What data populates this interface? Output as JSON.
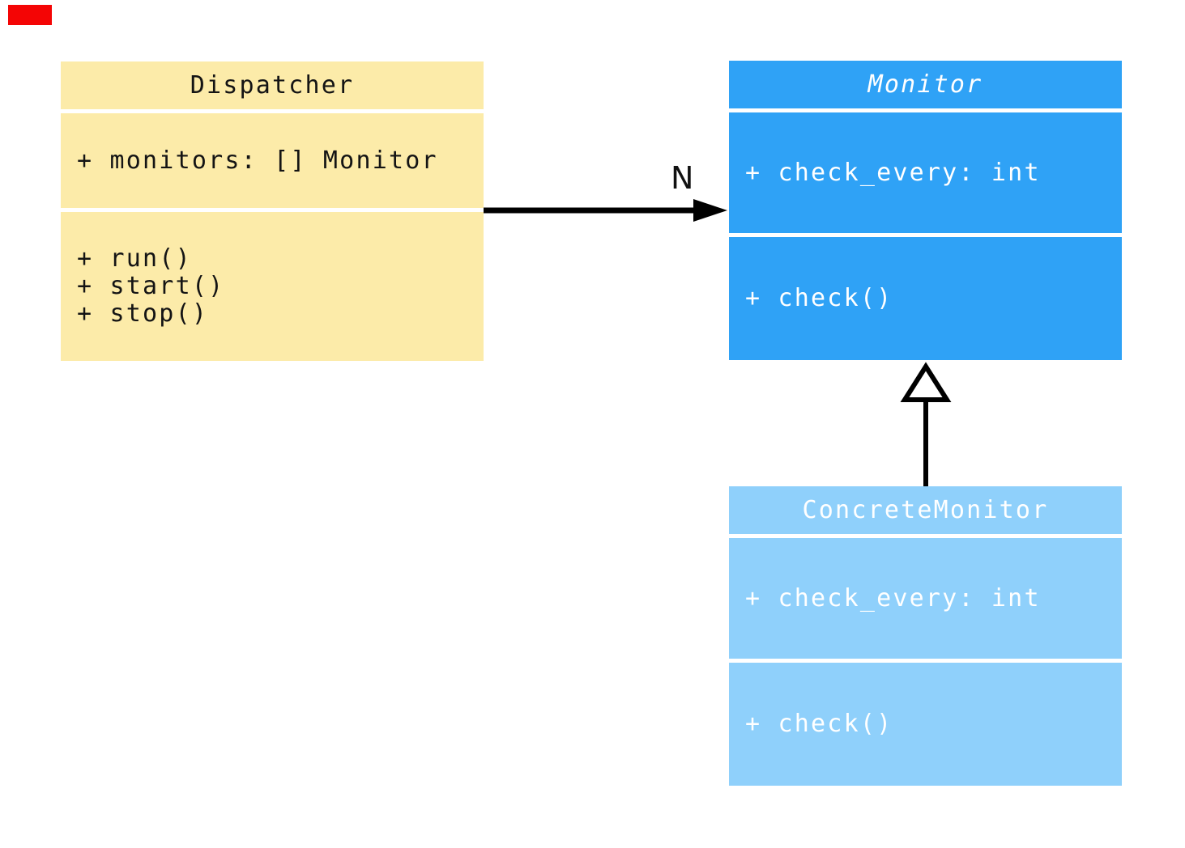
{
  "diagram": {
    "type": "uml-class-diagram",
    "background_color": "#ffffff",
    "marker_color": "#f40505",
    "classes": [
      {
        "name": "Dispatcher",
        "abstract": false,
        "fill": "#fceba9",
        "text_color": "#141414",
        "attributes": [
          "+ monitors: [] Monitor"
        ],
        "methods": [
          "+ run()",
          "+ start()",
          "+ stop()"
        ]
      },
      {
        "name": "Monitor",
        "abstract": true,
        "fill": "#2fa2f6",
        "text_color": "#ffffff",
        "attributes": [
          "+ check_every: int"
        ],
        "methods": [
          "+ check()"
        ]
      },
      {
        "name": "ConcreteMonitor",
        "abstract": false,
        "fill": "#8fd0fb",
        "text_color": "#ffffff",
        "attributes": [
          "+ check_every: int"
        ],
        "methods": [
          "+ check()"
        ]
      }
    ],
    "relationships": [
      {
        "type": "association",
        "from": "Dispatcher",
        "to": "Monitor",
        "label": "N",
        "arrow_style": "filled-arrowhead",
        "line_color": "#000000"
      },
      {
        "type": "inheritance",
        "from": "ConcreteMonitor",
        "to": "Monitor",
        "label": "",
        "arrow_style": "hollow-triangle",
        "line_color": "#000000"
      }
    ]
  }
}
